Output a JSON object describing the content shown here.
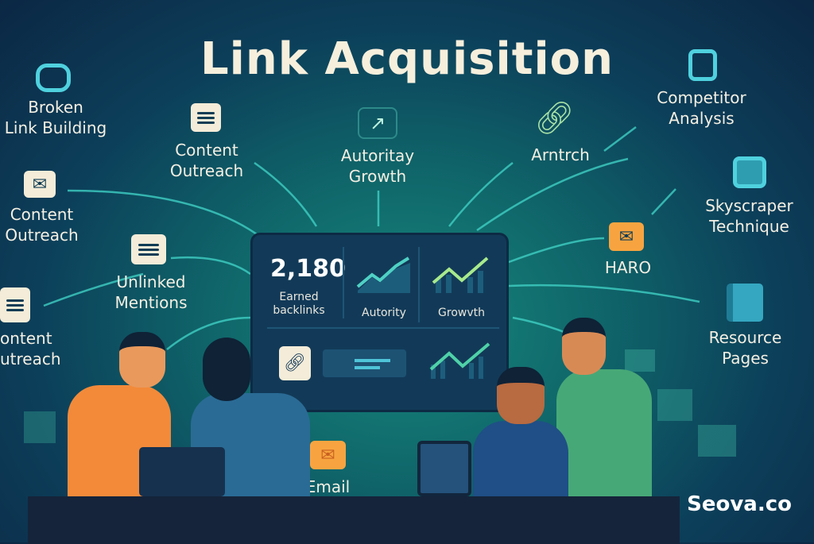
{
  "title": "Link Acquisition",
  "nodes": {
    "broken_link": "Broken\nLink Building",
    "content_outreach_top": "Content\nOutreach",
    "authority_growth": "Autoritay\nGrowth",
    "arntrch": "Arntrch",
    "competitor": "Competitor\nAnalysis",
    "content_outreach_left": "Content\nOutreach",
    "unlinked": "Unlinked\nMentions",
    "content_outreach_bottom": "ontent\nutreach",
    "skyscraper": "Skyscraper\nTechnique",
    "haro": "HARO",
    "resource": "Resource\nPages",
    "email": "Email"
  },
  "dashboard": {
    "count": "2,180",
    "count_label": "Earned\nbacklinks",
    "authority_label": "Autority",
    "growth_label": "Growvth"
  },
  "brand": "Seova.co",
  "colors": {
    "accent": "#4fd1c5",
    "cream": "#f4ecd8",
    "navy": "#0b2744",
    "orange": "#f7a440"
  }
}
